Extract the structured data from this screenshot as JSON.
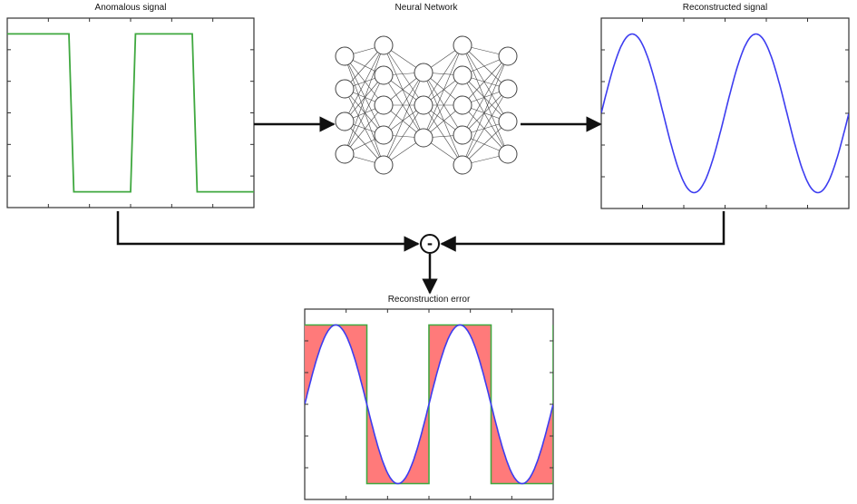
{
  "labels": {
    "anomalous": "Anomalous signal",
    "network": "Neural Network",
    "reconstructed": "Reconstructed signal",
    "error": "Reconstruction error"
  },
  "operator": {
    "symbol": "-"
  },
  "colors": {
    "anomalous_line": "#3fa83f",
    "reconstructed_line": "#3d3df0",
    "error_fill": "#ff7a7a",
    "axis": "#333333",
    "arrow": "#111111",
    "node": "#444444"
  },
  "icons": {
    "network": "neural-network-icon",
    "operator": "minus-icon"
  },
  "network": {
    "layers": [
      4,
      5,
      3,
      5,
      4
    ]
  },
  "chart_data": [
    {
      "type": "line",
      "title": "Anomalous signal",
      "series": [
        {
          "x": [
            0,
            0.1,
            1.25,
            1.35,
            2.5,
            2.6,
            3.75,
            3.85,
            5
          ],
          "y": [
            1,
            1,
            1,
            -1,
            -1,
            1,
            1,
            -1,
            -1
          ]
        }
      ],
      "xlim": [
        0,
        5
      ],
      "ylim": [
        -1.2,
        1.2
      ],
      "grid": false
    },
    {
      "type": "line",
      "title": "Reconstructed signal",
      "series": [
        {
          "function": "sin",
          "periods": 2
        }
      ],
      "xlim": [
        0,
        5
      ],
      "ylim": [
        -1.2,
        1.2
      ],
      "grid": false
    },
    {
      "type": "area",
      "title": "Reconstruction error",
      "series": [
        {
          "function": "square"
        },
        {
          "function": "sin",
          "periods": 2
        }
      ],
      "xlim": [
        0,
        5
      ],
      "ylim": [
        -1.2,
        1.2
      ],
      "grid": false
    }
  ]
}
